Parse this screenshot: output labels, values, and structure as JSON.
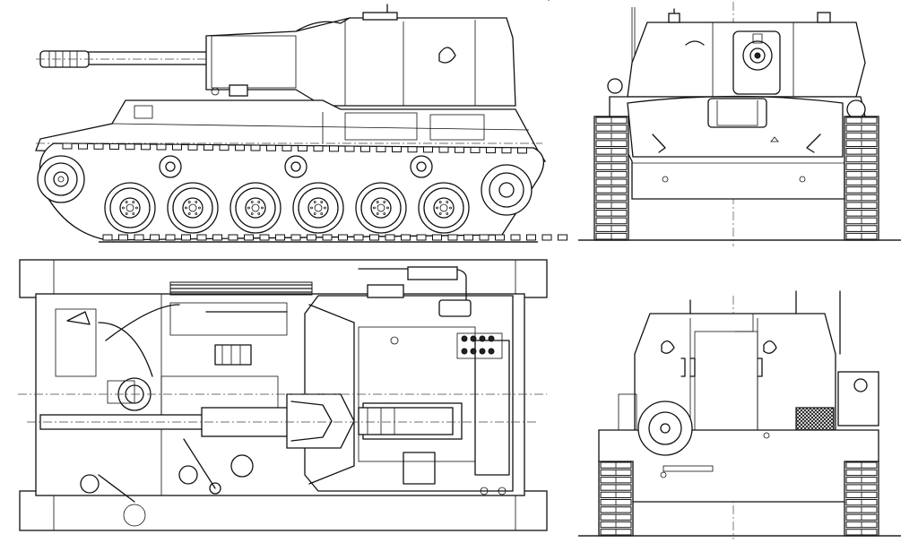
{
  "drawing": {
    "views": [
      {
        "id": "side",
        "label": ""
      },
      {
        "id": "front",
        "label": ""
      },
      {
        "id": "top",
        "label": ""
      },
      {
        "id": "rear",
        "label": ""
      }
    ]
  },
  "side_view": {
    "road_wheels": 6,
    "return_rollers": 3,
    "track_links": 60
  },
  "front_view": {
    "track_links": 16
  },
  "rear_view": {
    "track_links": 10
  },
  "colors": {
    "ink": "#111111",
    "paper": "#ffffff"
  }
}
